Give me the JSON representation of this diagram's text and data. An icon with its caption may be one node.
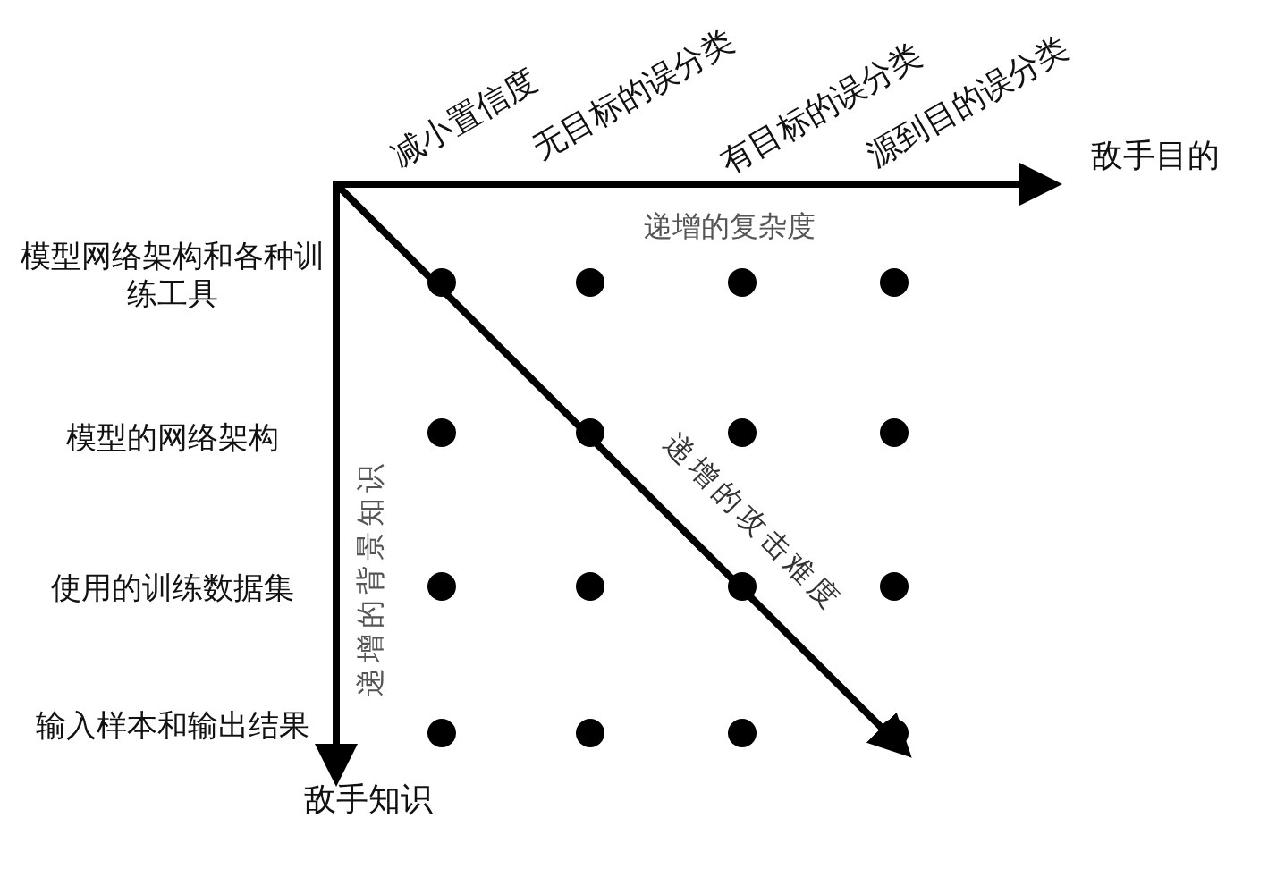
{
  "diagram": {
    "nodes": [
      {
        "text": [],
        "shape": "circle"
      },
      {
        "text": [],
        "shape": "circle"
      },
      {
        "text": [],
        "shape": "circle"
      },
      {
        "text": [],
        "shape": "circle"
      },
      {
        "text": [],
        "shape": "circle"
      },
      {
        "text": [],
        "shape": "circle"
      },
      {
        "text": [],
        "shape": "circle"
      },
      {
        "text": [],
        "shape": "circle"
      },
      {
        "text": [],
        "shape": "circle"
      },
      {
        "text": [],
        "shape": "circle"
      },
      {
        "text": [],
        "shape": "circle"
      },
      {
        "text": [],
        "shape": "circle"
      },
      {
        "text": [],
        "shape": "circle"
      },
      {
        "text": [],
        "shape": "circle"
      },
      {
        "text": [],
        "shape": "circle"
      },
      {
        "text": [],
        "shape": "circle"
      }
    ],
    "labels": [
      "减小置信度",
      "无目标的误分类",
      "有目标的误分类",
      "源到目的误分类",
      "敌手目的",
      "递增的复杂度",
      "模型网络架构和各种训练工具",
      "模型的网络架构",
      "使用的训练数据集",
      "输入样本和输出结果",
      "递增的背景知识",
      "递增的攻击难度",
      "敌手知识"
    ]
  }
}
